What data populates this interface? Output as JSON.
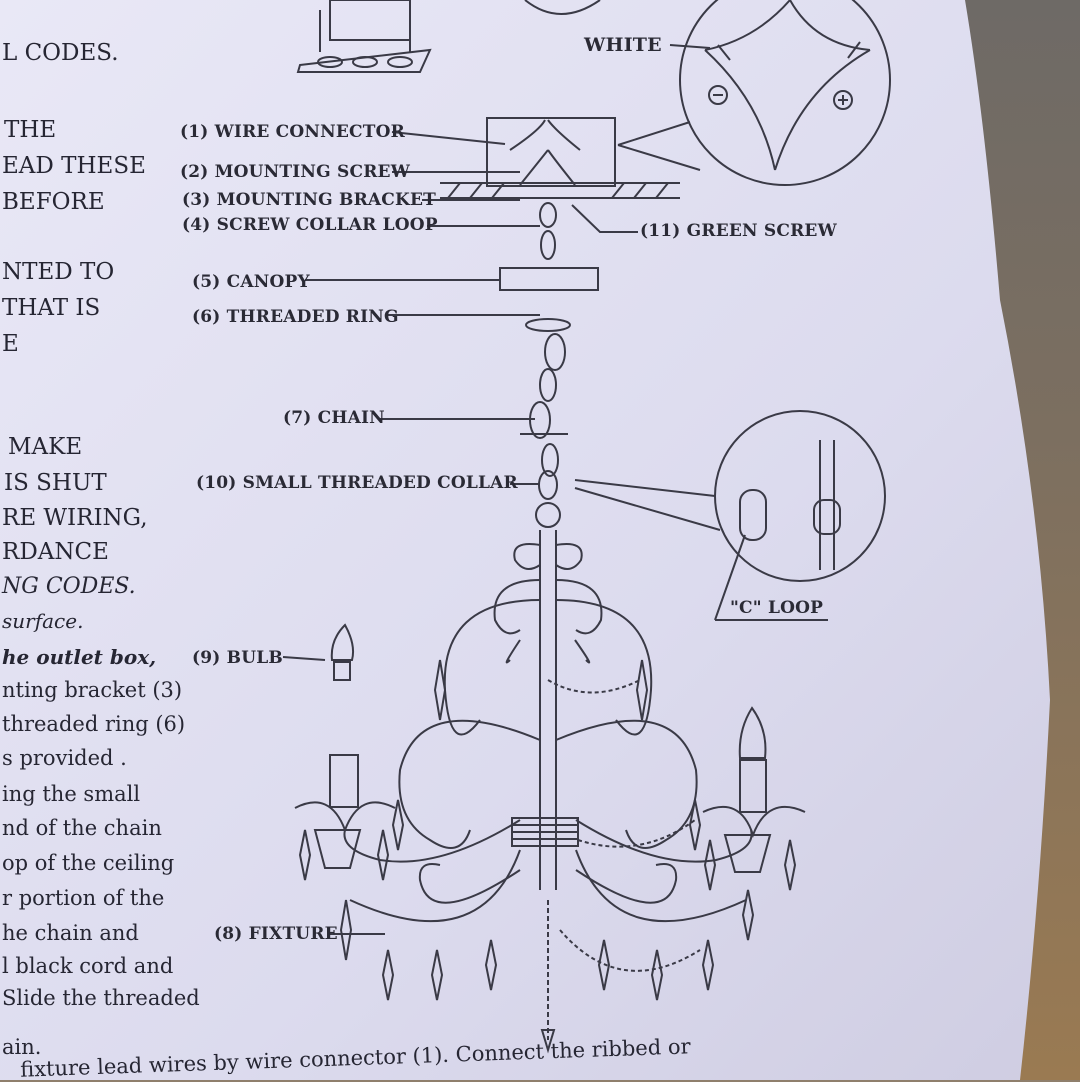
{
  "diagram": {
    "white_label": "WHITE",
    "labels": [
      {
        "id": "wire-connector",
        "text": "(1) WIRE CONNECTOR"
      },
      {
        "id": "mounting-screw",
        "text": "(2) MOUNTING SCREW"
      },
      {
        "id": "mounting-bracket",
        "text": "(3) MOUNTING BRACKET"
      },
      {
        "id": "screw-collar-loop",
        "text": "(4) SCREW COLLAR LOOP"
      },
      {
        "id": "green-screw",
        "text": "(11) GREEN SCREW"
      },
      {
        "id": "canopy",
        "text": "(5) CANOPY"
      },
      {
        "id": "threaded-ring",
        "text": "(6) THREADED RING"
      },
      {
        "id": "chain",
        "text": "(7) CHAIN"
      },
      {
        "id": "small-threaded-collar",
        "text": "(10) SMALL THREADED COLLAR"
      },
      {
        "id": "c-loop",
        "text": "\"C\" LOOP"
      },
      {
        "id": "bulb",
        "text": "(9) BULB"
      },
      {
        "id": "fixture",
        "text": "(8) FIXTURE"
      }
    ]
  },
  "instructions": {
    "lines": [
      "L CODES.",
      "THE",
      "EAD THESE",
      "BEFORE",
      "NTED TO",
      "THAT IS",
      "E",
      "MAKE",
      "IS  SHUT",
      "RE WIRING,",
      "RDANCE",
      "NG  CODES.",
      "surface.",
      "he outlet box,",
      "nting bracket (3)",
      "threaded  ring (6)",
      "s provided .",
      "ing the small",
      "nd of the chain",
      "op of the ceiling",
      "r portion of the",
      "he chain and",
      "l black cord and",
      "Slide the  threaded",
      "ain."
    ],
    "bottom_line": "fixture lead wires by wire connector (1). Connect the ribbed or"
  }
}
